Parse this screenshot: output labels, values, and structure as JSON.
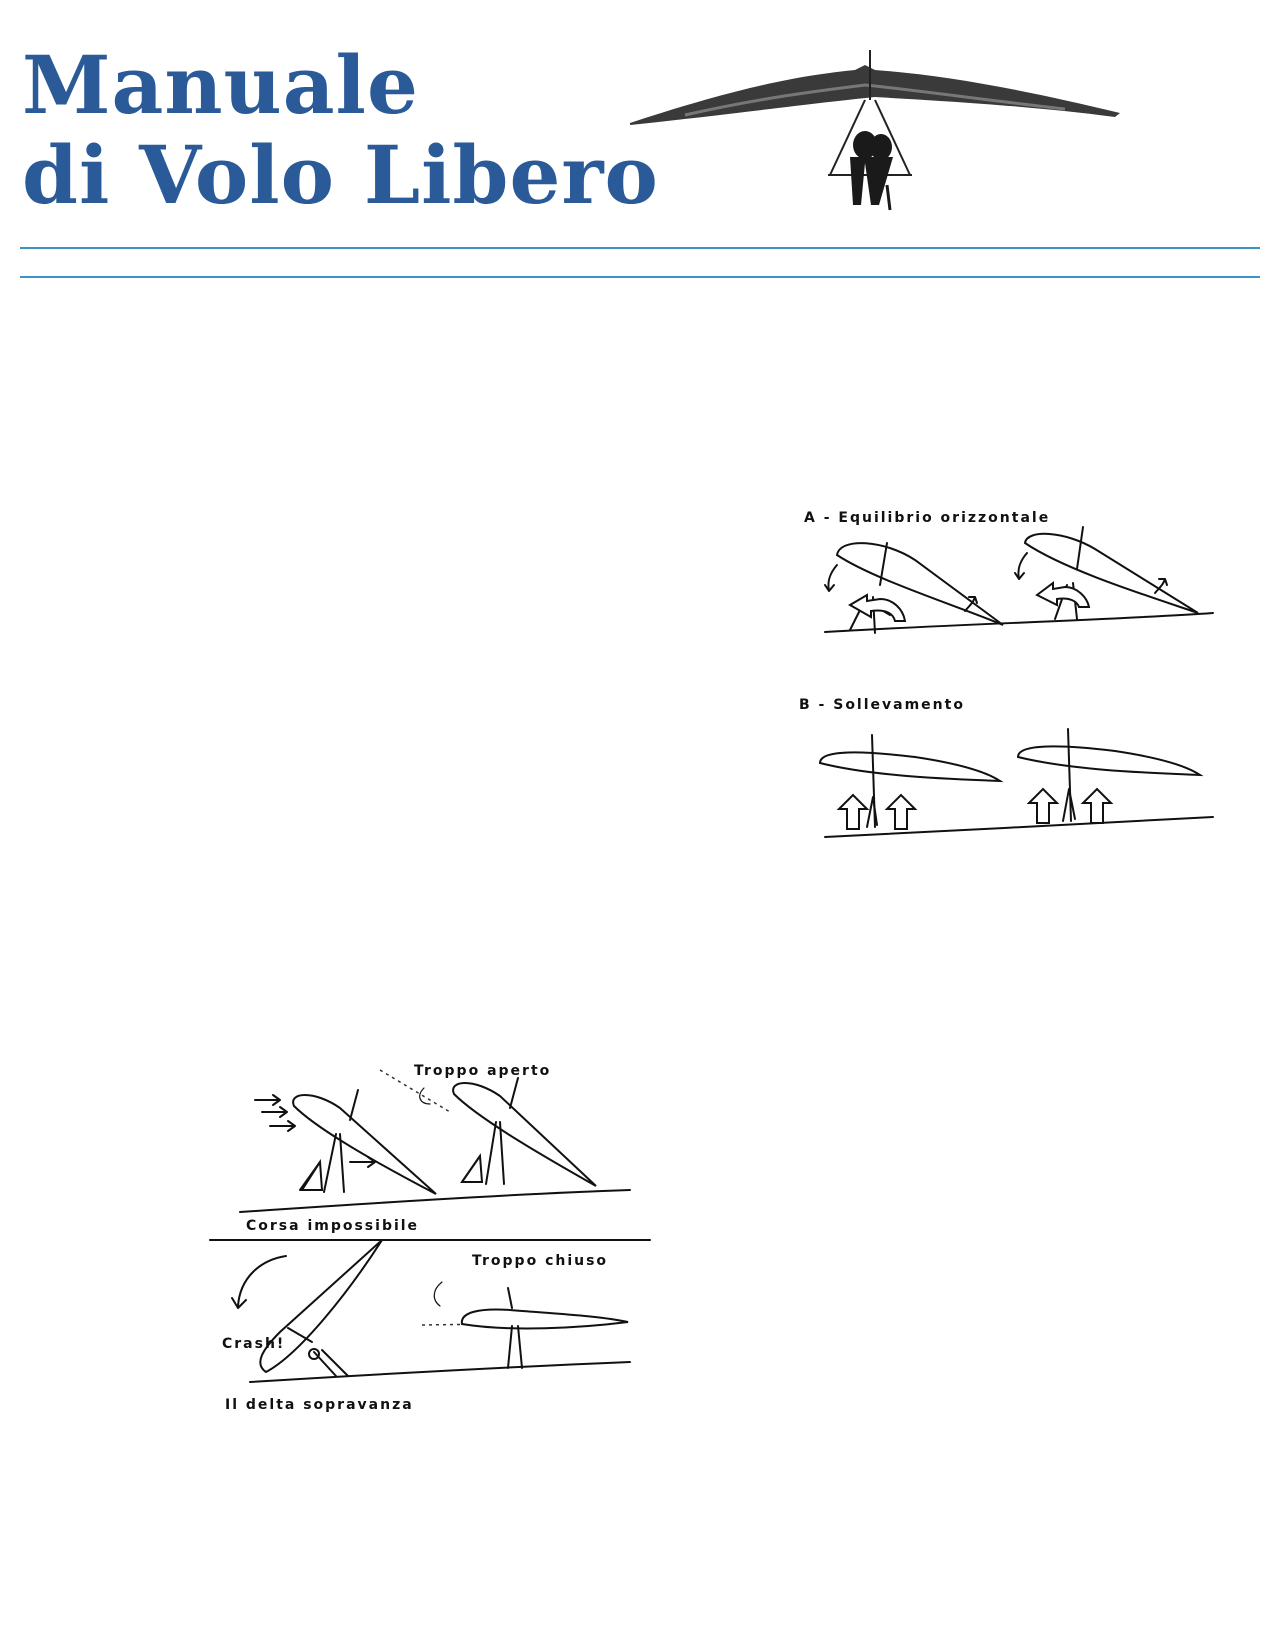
{
  "header": {
    "title_line1": "Manuale",
    "title_line2": "di Volo Libero",
    "accent_color": "#2a5a98",
    "rule_color": "#3c93c8",
    "photo_icon": "hang-glider-silhouette"
  },
  "figure_right": {
    "caption_a": "A - Equilibrio orizzontale",
    "caption_b": "B - Sollevamento"
  },
  "figure_left": {
    "label_troppo_aperto": "Troppo aperto",
    "label_corsa_impossibile": "Corsa impossibile",
    "label_troppo_chiuso": "Troppo chiuso",
    "label_crash": "Crash!",
    "label_delta_sopravanza": "Il delta sopravanza"
  }
}
